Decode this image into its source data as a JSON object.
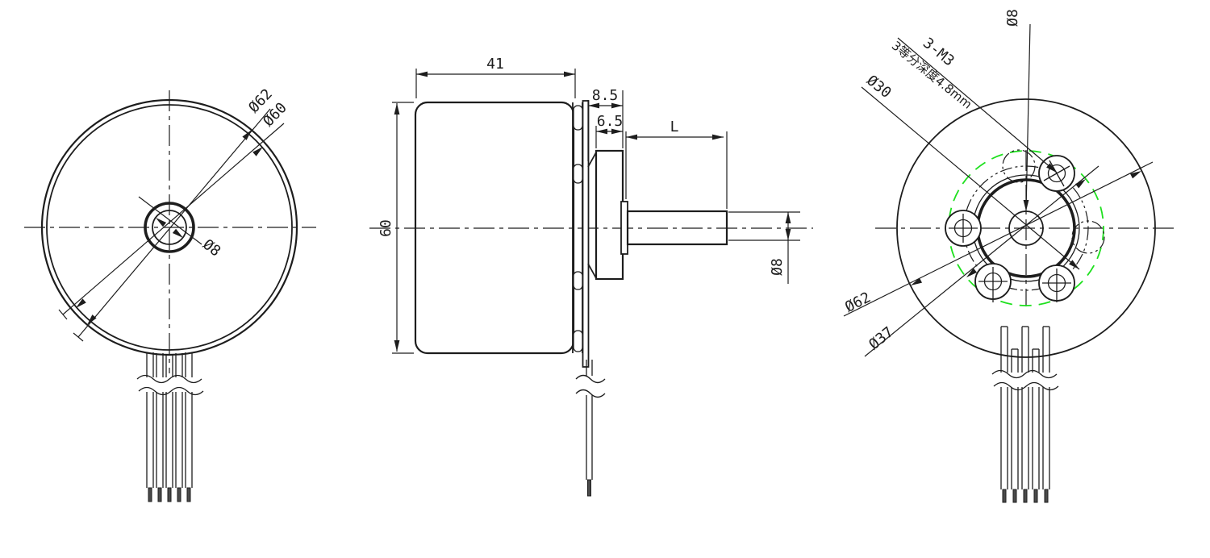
{
  "drawing": {
    "type": "engineering-drawing",
    "subject": "brushless outer-rotor motor, three orthographic views",
    "colors": {
      "line": "#1d1d1d",
      "accent_green": "#1ee01e",
      "background": "#ffffff"
    },
    "front_view": {
      "dia_outer": "Ø62",
      "dia_inner": "Ø60",
      "dia_shaft_hole": "Ø8"
    },
    "side_view": {
      "body_width": "41",
      "flange_depth": "8.5",
      "boss_depth": "6.5",
      "shaft_length": "L",
      "body_height": "60",
      "shaft_dia": "Ø8"
    },
    "rear_view": {
      "shaft_dia": "Ø8",
      "screw_spec": "3-M3",
      "screw_note": "3等分深度4.8mm",
      "bolt_circle_dia": "Ø30",
      "outer_dia": "Ø62",
      "flange_dia": "Ø37"
    }
  }
}
